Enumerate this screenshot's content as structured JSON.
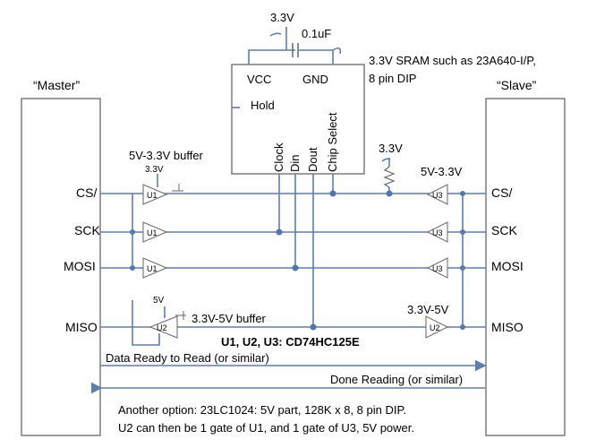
{
  "master": {
    "title": "“Master”",
    "pins": [
      "CS/",
      "SCK",
      "MOSI",
      "MISO"
    ]
  },
  "slave": {
    "title": "“Slave”",
    "pins": [
      "CS/",
      "SCK",
      "MOSI",
      "MISO"
    ]
  },
  "sram": {
    "supply": "3.3V",
    "cap": "0.1uF",
    "pin_vcc": "VCC",
    "pin_gnd": "GND",
    "pin_hold": "Hold",
    "pin_clock": "Clock",
    "pin_din": "Din",
    "pin_dout": "Dout",
    "pin_cs": "Chip Select",
    "desc_line1": "3.3V SRAM such as 23A640-I/P,",
    "desc_line2": "8 pin DIP"
  },
  "buffers": {
    "left_top_label": "5V-3.3V buffer",
    "left_top_supply": "3.3V",
    "left_bottom_supply": "5V",
    "left_bottom_label": "3.3V-5V buffer",
    "right_top_label": "5V-3.3V",
    "right_bottom_label": "3.3V-5V",
    "pullup_label": "3.3V",
    "u1": "U1",
    "u2": "U2",
    "u3": "U3",
    "parts_label": "U1, U2, U3: CD74HC125E"
  },
  "signals": {
    "data_ready": "Data Ready to Read (or similar)",
    "done_reading": "Done Reading (or similar)"
  },
  "notes": {
    "line1": "Another option: 23LC1024: 5V part, 128K x 8, 8 pin DIP.",
    "line2": "U2 can then be 1 gate of U1, and 1 gate of U3, 5V power."
  }
}
